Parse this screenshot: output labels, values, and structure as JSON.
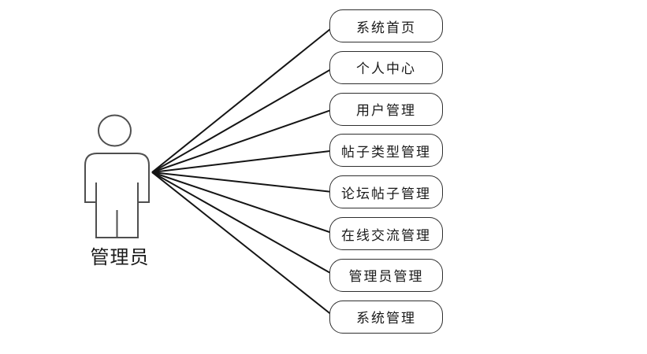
{
  "diagram": {
    "type": "use-case-diagram",
    "actor": {
      "label": "管理员"
    },
    "use_cases": [
      {
        "label": "系统首页"
      },
      {
        "label": "个人中心"
      },
      {
        "label": "用户管理"
      },
      {
        "label": "帖子类型管理"
      },
      {
        "label": "论坛帖子管理"
      },
      {
        "label": "在线交流管理"
      },
      {
        "label": "管理员管理"
      },
      {
        "label": "系统管理"
      }
    ],
    "colors": {
      "background": "#ffffff",
      "line": "#141414",
      "box_border": "#2e2e2e",
      "box_fill": "#ffffff",
      "actor_outline": "#4f4f4f",
      "text": "#1a1a1a"
    }
  }
}
